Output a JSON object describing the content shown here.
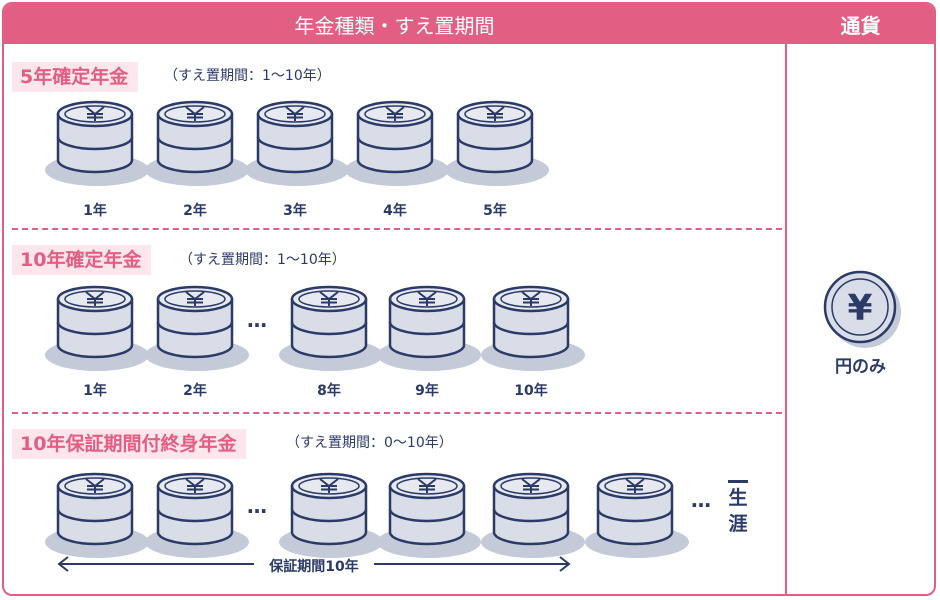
{
  "header": {
    "left_title": "年金種類・すえ置期間",
    "right_title": "通貨"
  },
  "sections": [
    {
      "title": "5年確定年金",
      "note": "（すえ置期間：1〜10年）",
      "coin_labels": [
        "1年",
        "2年",
        "3年",
        "4年",
        "5年"
      ]
    },
    {
      "title": "10年確定年金",
      "note": "（すえ置期間：1〜10年）",
      "coin_labels": [
        "1年",
        "2年",
        "8年",
        "9年",
        "10年"
      ],
      "ellipsis": "…"
    },
    {
      "title": "10年保証期間付終身年金",
      "note": "（すえ置期間：0〜10年）",
      "ellipsis": "…",
      "ellipsis_end": "…",
      "life_chars": [
        "生",
        "涯"
      ],
      "guarantee_label": "保証期間10年"
    }
  ],
  "currency": {
    "label": "円のみ",
    "symbol": "¥"
  },
  "colors": {
    "accent": "#e35e83",
    "accent_light": "#fde6ec",
    "coin_fill": "#d9dde7",
    "coin_shadow": "#c5cad9",
    "ink": "#2b3a67"
  }
}
